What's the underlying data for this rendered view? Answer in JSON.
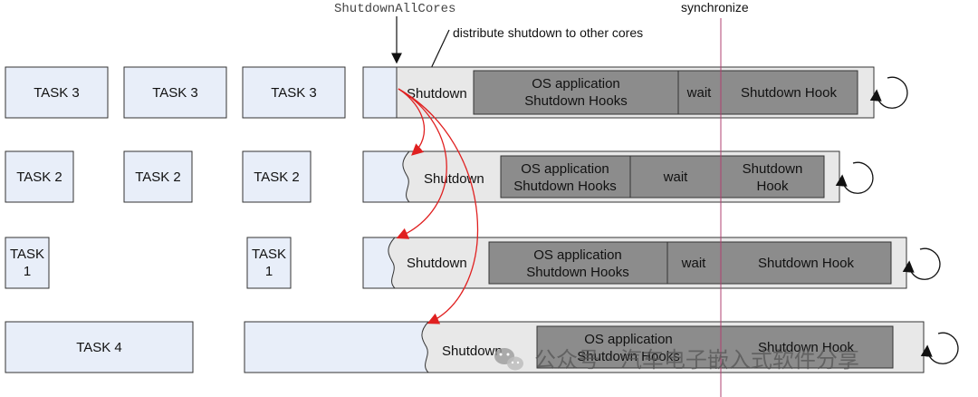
{
  "annotations": {
    "shutdown_all_cores": "ShutdownAllCores",
    "distribute": "distribute shutdown to other cores",
    "synchronize": "synchronize"
  },
  "rows": [
    {
      "tasks": [
        "TASK 3",
        "TASK 3",
        "TASK 3"
      ],
      "shutdown": "Shutdown",
      "os_hooks": [
        "OS application",
        "Shutdown Hooks"
      ],
      "wait": "wait",
      "shutdown_hook": [
        "Shutdown Hook"
      ]
    },
    {
      "tasks": [
        "TASK 2",
        "TASK 2",
        "TASK 2"
      ],
      "shutdown": "Shutdown",
      "os_hooks": [
        "OS application",
        "Shutdown Hooks"
      ],
      "wait": "wait",
      "shutdown_hook": [
        "Shutdown",
        "Hook"
      ]
    },
    {
      "tasks": [
        [
          "TASK",
          "1"
        ],
        [
          "TASK",
          "1"
        ]
      ],
      "shutdown": "Shutdown",
      "os_hooks": [
        "OS application",
        "Shutdown Hooks"
      ],
      "wait": "wait",
      "shutdown_hook": [
        "Shutdown Hook"
      ]
    },
    {
      "tasks": [
        "TASK 4"
      ],
      "shutdown": "Shutdown",
      "os_hooks": [
        "OS application",
        "Shutdown Hooks"
      ],
      "shutdown_hook": [
        "Shutdown Hook"
      ]
    }
  ],
  "watermark": "公众号 · 汽车电子嵌入式软件分享",
  "colors": {
    "task_fill": "#e8eef9",
    "core_fill": "#e8e8e8",
    "hook_fill": "#8c8c8c",
    "arrow": "#e02020",
    "sync_line": "#b04070"
  }
}
